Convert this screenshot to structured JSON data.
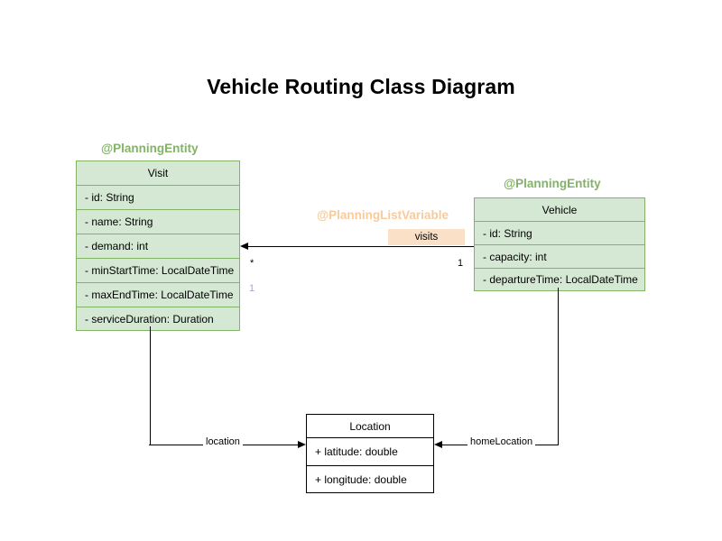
{
  "title": "Vehicle Routing Class Diagram",
  "colors": {
    "entity_fill": "#d5e8d4",
    "entity_border": "#82b366",
    "stereotype_entity": "#82b366",
    "stereotype_list_variable": "#f8cb9c",
    "visits_badge_fill": "#fbe0c8",
    "plain_border": "#000000",
    "muted_multiplicity": "#b39ddb"
  },
  "stereotypes": {
    "visit": "@PlanningEntity",
    "vehicle": "@PlanningEntity",
    "visits_link": "@PlanningListVariable"
  },
  "classes": {
    "visit": {
      "name": "Visit",
      "attributes": [
        "- id: String",
        "- name: String",
        "- demand: int",
        "- minStartTime: LocalDateTime",
        "- maxEndTime: LocalDateTime",
        "- serviceDuration: Duration"
      ]
    },
    "vehicle": {
      "name": "Vehicle",
      "attributes": [
        "- id: String",
        "- capacity: int",
        "- departureTime: LocalDateTime"
      ]
    },
    "location": {
      "name": "Location",
      "attributes": [
        "+ latitude: double",
        "+ longitude: double"
      ]
    }
  },
  "associations": {
    "visits": {
      "label": "visits",
      "source_multiplicity": "1",
      "target_multiplicity": "*",
      "extra_multiplicity": "1"
    },
    "location": {
      "label": "location"
    },
    "home_location": {
      "label": "homeLocation"
    }
  }
}
